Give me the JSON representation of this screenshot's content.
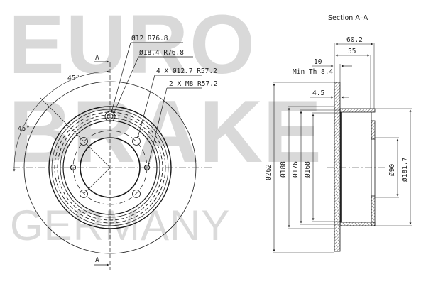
{
  "watermark": {
    "line1": "EURO",
    "line2": "BRAKE",
    "line3": "GERMANY",
    "color": "#d9d9d9"
  },
  "front_view": {
    "section_marker_top": "A",
    "section_marker_bottom": "A",
    "angle_1": "45°",
    "angle_2": "45°",
    "callouts": [
      {
        "text": "Ø12  R76.8"
      },
      {
        "text": "Ø18.4  R76.8"
      },
      {
        "text": "4 X Ø12.7  R57.2"
      },
      {
        "text": "2 X M8  R57.2"
      }
    ]
  },
  "section_view": {
    "title": "Section A–A",
    "dim_60_2": "60.2",
    "dim_55": "55",
    "dim_10": "10",
    "min_th": "Min Th  8.4",
    "dim_4_5": "4.5",
    "dia_262": "Ø262",
    "dia_188": "Ø188",
    "dia_176": "Ø176",
    "dia_168": "Ø168",
    "dia_90": "Ø90",
    "dia_181_7": "Ø181.7"
  },
  "colors": {
    "line": "#1a1a1a",
    "hatch": "#333333",
    "background": "#ffffff"
  }
}
